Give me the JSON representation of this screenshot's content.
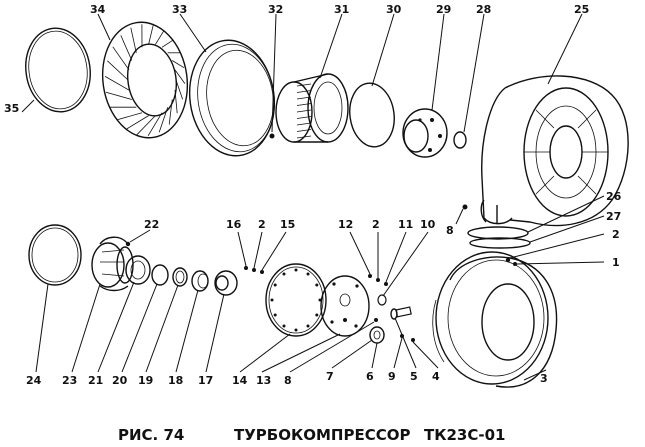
{
  "caption": {
    "figure": "РИС. 74",
    "title": "ТУРБОКОМПРЕССОР",
    "model": "ТК23С-01"
  },
  "callouts": [
    {
      "id": "c35",
      "label": "35"
    },
    {
      "id": "c34",
      "label": "34"
    },
    {
      "id": "c33",
      "label": "33"
    },
    {
      "id": "c32",
      "label": "32"
    },
    {
      "id": "c31",
      "label": "31"
    },
    {
      "id": "c30",
      "label": "30"
    },
    {
      "id": "c29",
      "label": "29"
    },
    {
      "id": "c28",
      "label": "28"
    },
    {
      "id": "c25",
      "label": "25"
    },
    {
      "id": "c8a",
      "label": "8"
    },
    {
      "id": "c26",
      "label": "26"
    },
    {
      "id": "c27",
      "label": "27"
    },
    {
      "id": "c2a",
      "label": "2"
    },
    {
      "id": "c1",
      "label": "1"
    },
    {
      "id": "c22",
      "label": "22"
    },
    {
      "id": "c16",
      "label": "16"
    },
    {
      "id": "c2b",
      "label": "2"
    },
    {
      "id": "c15",
      "label": "15"
    },
    {
      "id": "c12",
      "label": "12"
    },
    {
      "id": "c2c",
      "label": "2"
    },
    {
      "id": "c11",
      "label": "11"
    },
    {
      "id": "c10",
      "label": "10"
    },
    {
      "id": "c24",
      "label": "24"
    },
    {
      "id": "c23",
      "label": "23"
    },
    {
      "id": "c21",
      "label": "21"
    },
    {
      "id": "c20",
      "label": "20"
    },
    {
      "id": "c19",
      "label": "19"
    },
    {
      "id": "c18",
      "label": "18"
    },
    {
      "id": "c17",
      "label": "17"
    },
    {
      "id": "c14",
      "label": "14"
    },
    {
      "id": "c13",
      "label": "13"
    },
    {
      "id": "c8b",
      "label": "8"
    },
    {
      "id": "c7",
      "label": "7"
    },
    {
      "id": "c6",
      "label": "6"
    },
    {
      "id": "c9",
      "label": "9"
    },
    {
      "id": "c5",
      "label": "5"
    },
    {
      "id": "c4",
      "label": "4"
    },
    {
      "id": "c3",
      "label": "3"
    }
  ]
}
